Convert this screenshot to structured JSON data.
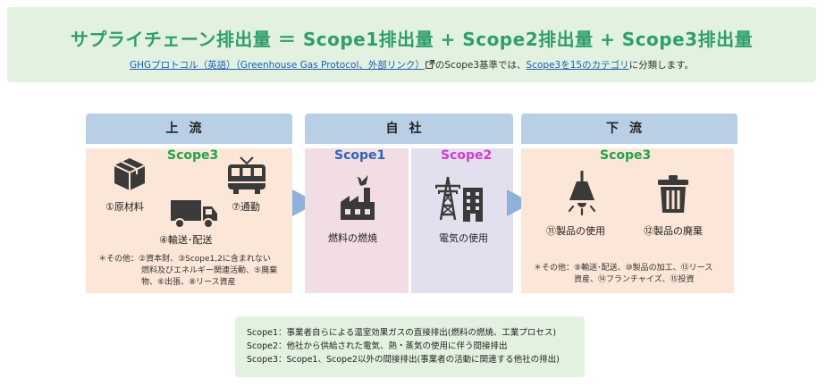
{
  "header": {
    "title": "サプライチェーン排出量 ＝ Scope1排出量 + Scope2排出量 + Scope3排出量",
    "link_ghg": "GHGプロトコル（英語）（Greenhouse Gas Protocol、外部リンク）",
    "text_mid": "のScope3基準では、",
    "link_categories": "Scope3を15のカテゴリ",
    "text_end": "に分類します。"
  },
  "columns": {
    "upstream": "上流",
    "self": "自社",
    "downstream": "下流"
  },
  "upstream": {
    "scope": "Scope3",
    "items": [
      "①原材料",
      "⑦通勤",
      "④輸送･配送"
    ],
    "note_lines": [
      "＊その他：②資本財、③Scope1,2に含まれない",
      "燃料及びエネルギー関連活動、⑤廃棄",
      "物、⑥出張、⑧リース資産"
    ]
  },
  "self": {
    "scope1": "Scope1",
    "scope1_item": "燃料の燃焼",
    "scope2": "Scope2",
    "scope2_item": "電気の使用"
  },
  "downstream": {
    "scope": "Scope3",
    "items": [
      "⑪製品の使用",
      "⑫製品の廃棄"
    ],
    "note_lines": [
      "＊その他：⑨輸送･配送、⑩製品の加工、⑬リース",
      "資産、⑭フランチャイズ、⑮投資"
    ]
  },
  "legend": [
    "Scope1：事業者自らによる温室効果ガスの直接排出(燃料の燃焼、工業プロセス)",
    "Scope2：他社から供給された電気、熱・蒸気の使用に伴う間接排出",
    "Scope3：Scope1、Scope2以外の間接排出(事業者の活動に関連する他社の排出)"
  ],
  "colors": {
    "title_green": "#2e9e6e",
    "scope3_green": "#1fa34a",
    "scope1_blue": "#2f64b8",
    "scope2_pink": "#d23ccf",
    "column_header": "#b9cfe6",
    "arrow": "#8fb0d8"
  },
  "icons": [
    "box-icon",
    "train-icon",
    "truck-icon",
    "factory-icon",
    "power-tower-icon",
    "building-icon",
    "lamp-icon",
    "trash-can-icon",
    "external-link-icon"
  ]
}
